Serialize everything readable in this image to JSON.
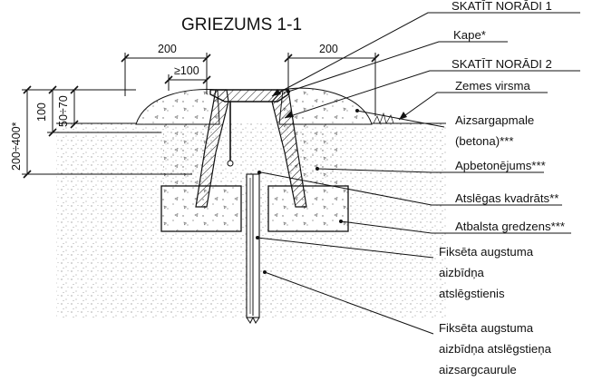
{
  "title": "GRIEZUMS 1-1",
  "dimensions": {
    "d200_left": "200",
    "d200_right": "200",
    "d100_min": "≥100",
    "d200_400": "200÷400*",
    "d100_v": "100",
    "d50_70": "50÷70"
  },
  "labels": [
    {
      "id": "see-note-1",
      "lines": [
        "SKATĪT NORĀDI 1"
      ],
      "underline": true
    },
    {
      "id": "lid",
      "lines": [
        "Kape*"
      ],
      "underline": true
    },
    {
      "id": "see-note-2",
      "lines": [
        "SKATĪT NORĀDI 2"
      ],
      "underline": true
    },
    {
      "id": "ground-surface",
      "lines": [
        "Zemes virsma"
      ],
      "underline": true
    },
    {
      "id": "protective-edge",
      "lines": [
        "Aizsargapmale",
        "(betona)***"
      ],
      "underline": false
    },
    {
      "id": "concreting",
      "lines": [
        "Apbetonējums***"
      ],
      "underline": true
    },
    {
      "id": "key-square",
      "lines": [
        "Atslēgas kvadrāts**"
      ],
      "underline": true
    },
    {
      "id": "support-ring",
      "lines": [
        "Atbalsta gredzens***"
      ],
      "underline": true
    },
    {
      "id": "valve-key-rod",
      "lines": [
        "Fiksēta augstuma",
        "aizbīdņa",
        "atslēgstienis"
      ],
      "underline": true
    },
    {
      "id": "valve-key-rod-tube",
      "lines": [
        "Fiksēta augstuma",
        "aizbīdņa atslēgstieņa",
        "aizsargcaurule"
      ],
      "underline": true
    }
  ]
}
